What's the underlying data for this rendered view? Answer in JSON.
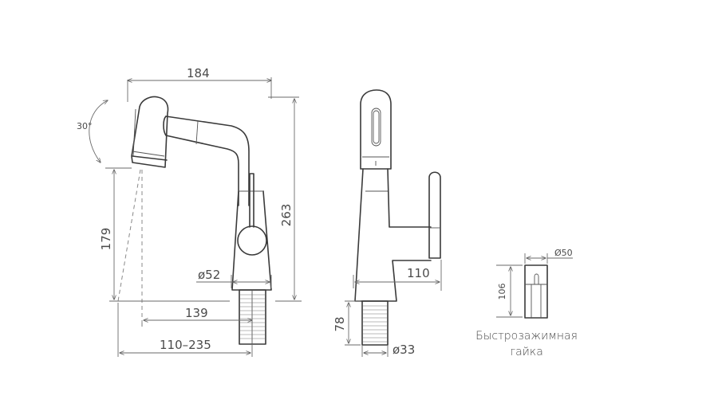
{
  "drawing": {
    "side_view": {
      "dimensions": {
        "width_top": "184",
        "rotation_angle": "30°",
        "spout_height": "179",
        "total_height": "263",
        "base_diameter": "ø52",
        "spout_reach": "139",
        "mount_range": "110–235"
      }
    },
    "front_view": {
      "dimensions": {
        "handle_reach": "110",
        "shank_length": "78",
        "shank_diameter": "ø33"
      }
    },
    "nut_detail": {
      "dimensions": {
        "diameter": "Ø50",
        "height": "106"
      },
      "caption_line1": "Быстрозажимная",
      "caption_line2": "гайка"
    }
  }
}
